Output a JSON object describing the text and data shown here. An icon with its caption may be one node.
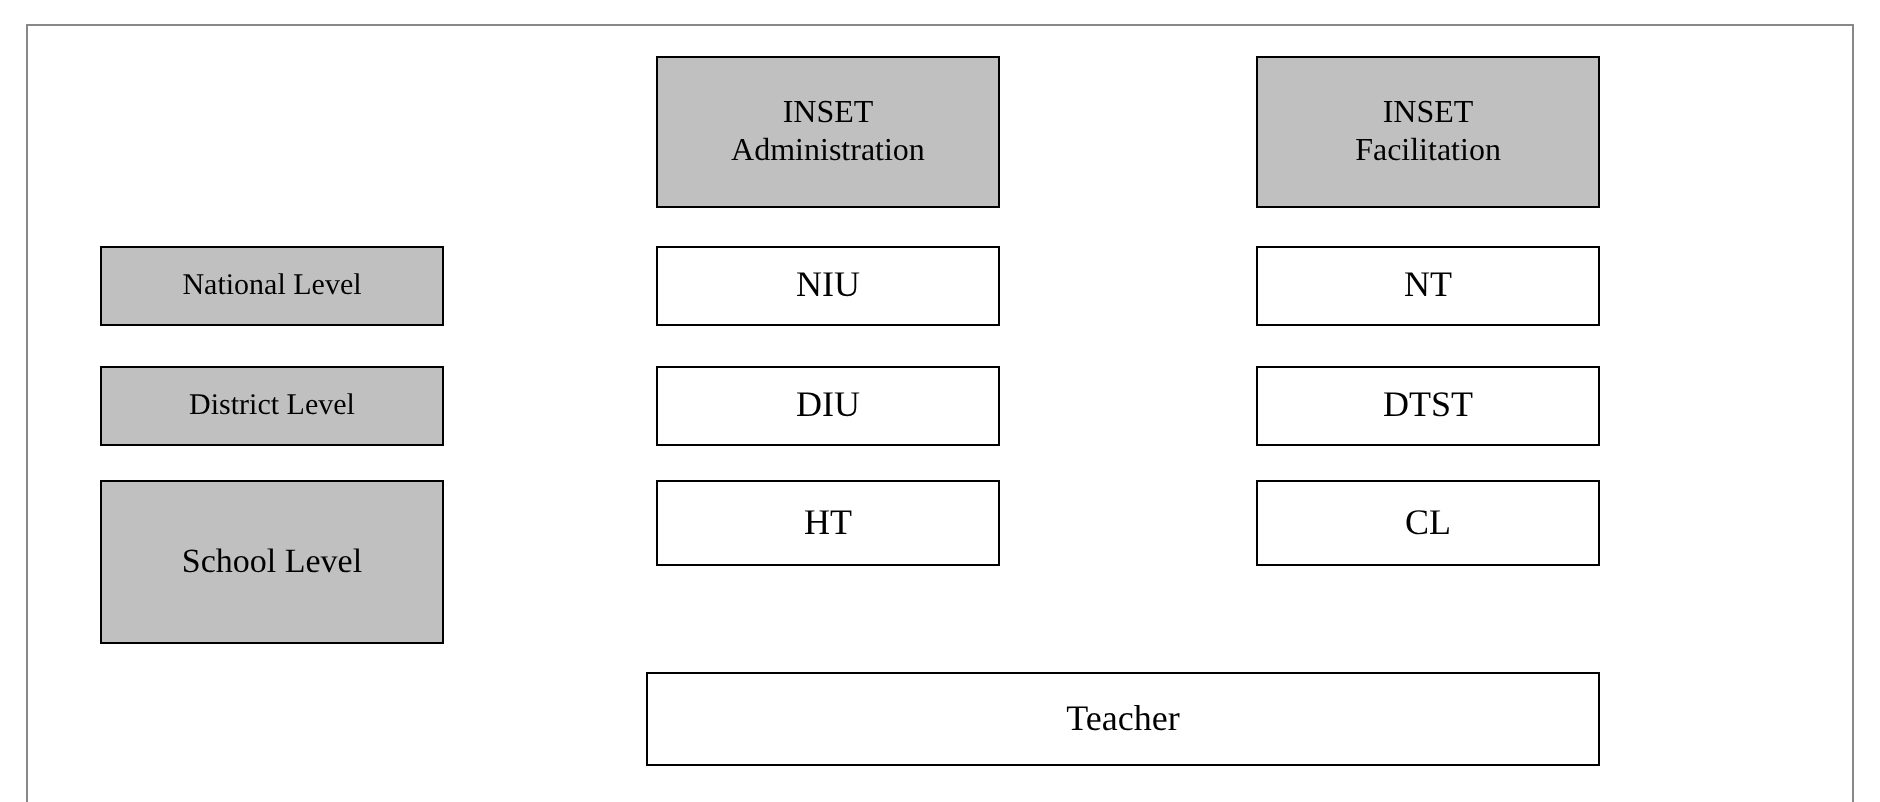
{
  "diagram": {
    "nodes": [
      {
        "text": [
          "INSET Administration"
        ]
      },
      {
        "text": [
          "INSET Facilitation"
        ]
      },
      {
        "text": [
          "National Level"
        ]
      },
      {
        "text": [
          "NIU"
        ]
      },
      {
        "text": [
          "NT"
        ]
      },
      {
        "text": [
          "District Level"
        ]
      },
      {
        "text": [
          "DIU"
        ]
      },
      {
        "text": [
          "DTST"
        ]
      },
      {
        "text": [
          "School Level"
        ]
      },
      {
        "text": [
          "HT"
        ]
      },
      {
        "text": [
          "CL"
        ]
      },
      {
        "text": [
          "Teacher"
        ]
      }
    ]
  }
}
